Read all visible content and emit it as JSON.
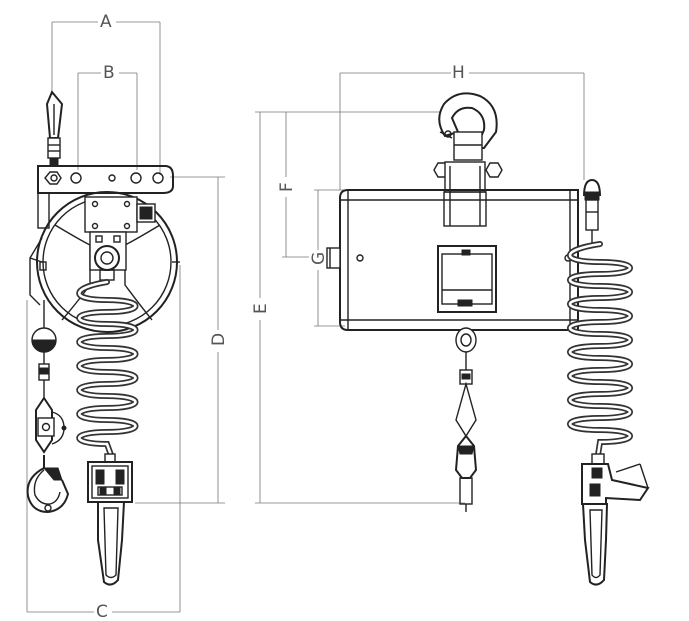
{
  "dimensions": {
    "A": "A",
    "B": "B",
    "C": "C",
    "D": "D",
    "E": "E",
    "F": "F",
    "G": "G",
    "H": "H"
  },
  "colors": {
    "line": "#222222",
    "dimension": "#777777",
    "label": "#555555",
    "background": "#ffffff"
  }
}
